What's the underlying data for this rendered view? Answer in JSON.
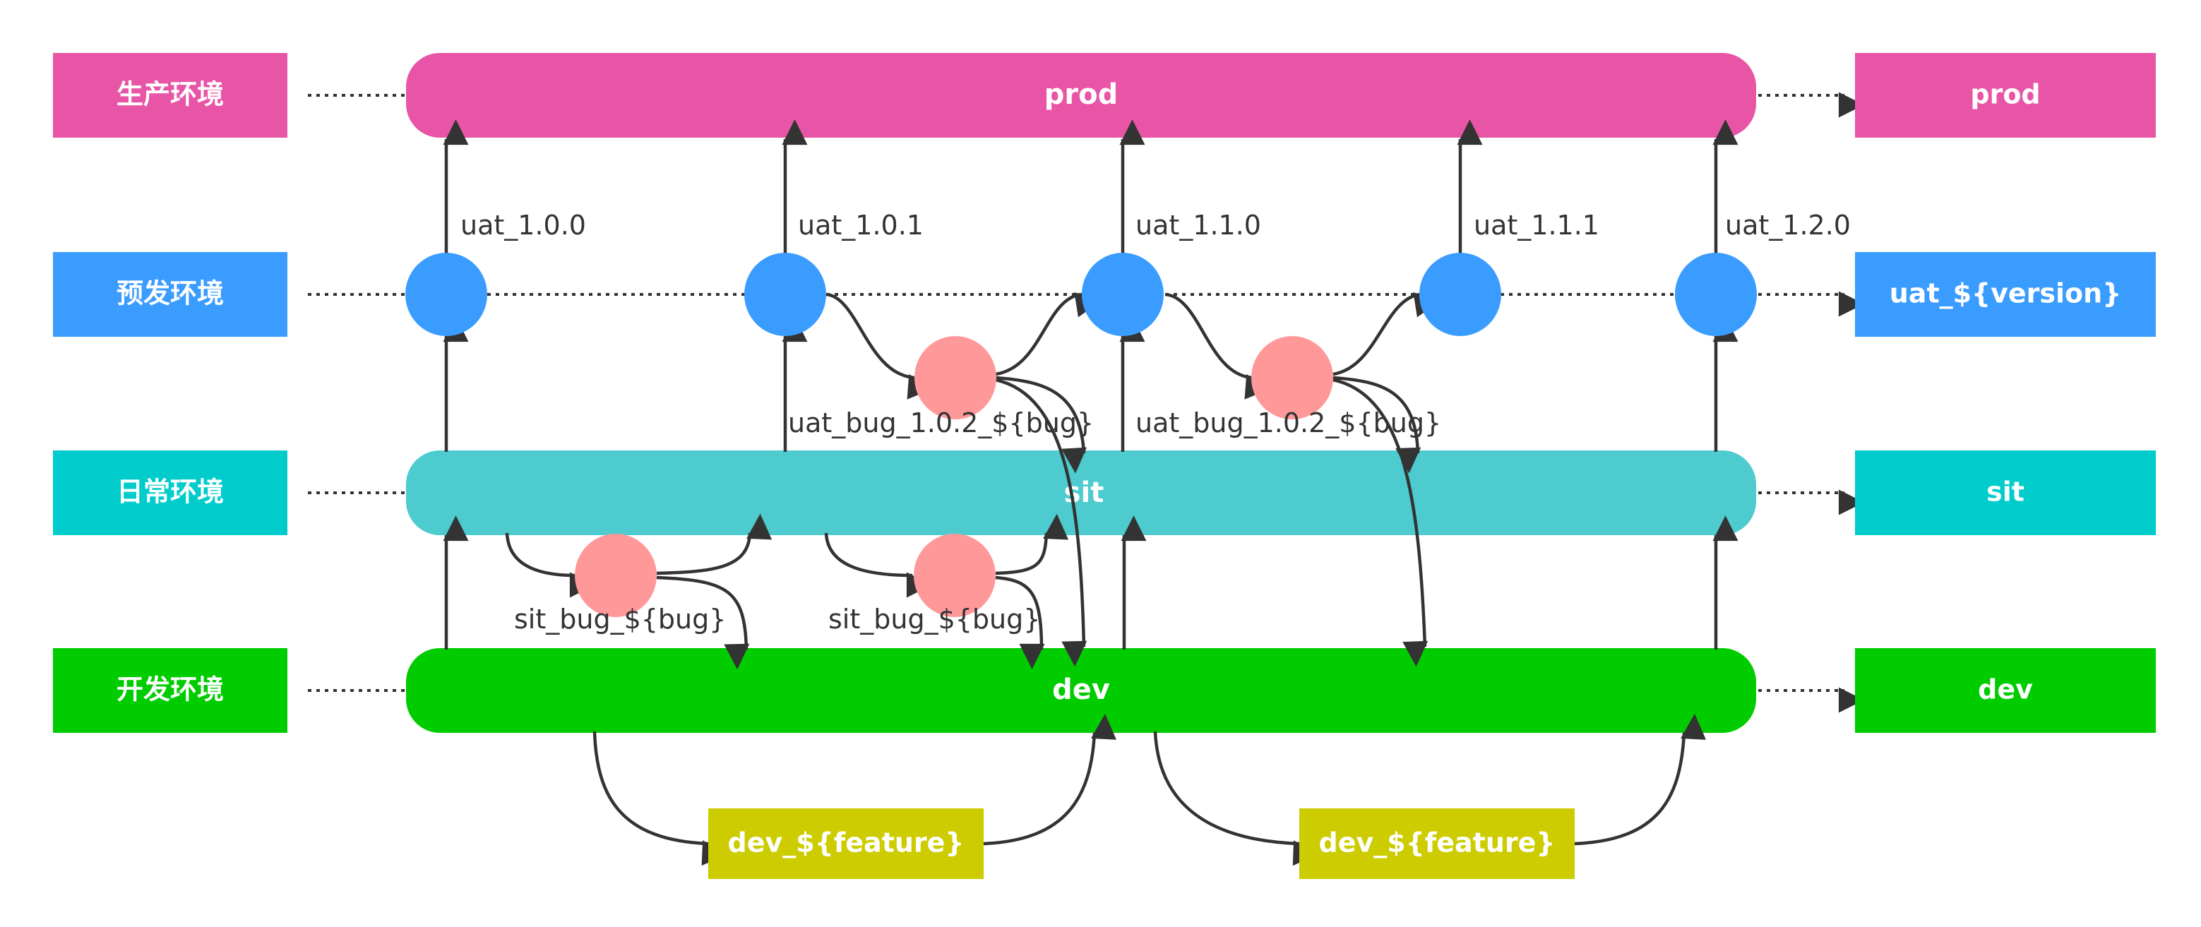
{
  "colors": {
    "prod": "#E855A6",
    "uat": "#3A9CFF",
    "sit": "#4DCBCF",
    "sit_box": "#00CCCC",
    "dev": "#00CC00",
    "bug": "#FF9999",
    "feature": "#CCCC00",
    "line": "#333333"
  },
  "env_labels": {
    "prod": "生产环境",
    "uat": "预发环境",
    "sit": "日常环境",
    "dev": "开发环境"
  },
  "branch_bars": {
    "prod": "prod",
    "sit": "sit",
    "dev": "dev"
  },
  "right_boxes": {
    "prod": "prod",
    "uat": "uat_${version}",
    "sit": "sit",
    "dev": "dev"
  },
  "uat_versions": [
    "uat_1.0.0",
    "uat_1.0.1",
    "uat_1.1.0",
    "uat_1.1.1",
    "uat_1.2.0"
  ],
  "uat_bug_labels": [
    "uat_bug_1.0.2_${bug}",
    "uat_bug_1.0.2_${bug}"
  ],
  "sit_bug_labels": [
    "sit_bug_${bug}",
    "sit_bug_${bug}"
  ],
  "feature_boxes": [
    "dev_${feature}",
    "dev_${feature}"
  ]
}
